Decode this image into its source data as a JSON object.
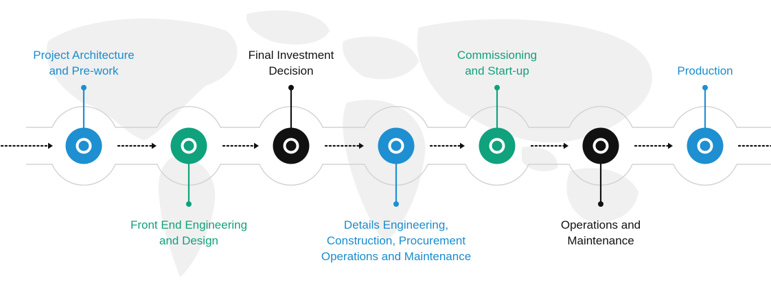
{
  "colors": {
    "blue": "#1e8fd0",
    "green": "#0fa27c",
    "black": "#111111",
    "blue_text": "#1a8ccd",
    "green_text": "#13a07a",
    "black_text": "#111111"
  },
  "stages": [
    {
      "lines": [
        "Project Architecture",
        "and Pre-work"
      ],
      "color": "blue",
      "position": "top"
    },
    {
      "lines": [
        "Front End Engineering",
        "and Design"
      ],
      "color": "green",
      "position": "bottom"
    },
    {
      "lines": [
        "Final Investment",
        "Decision"
      ],
      "color": "black",
      "position": "top"
    },
    {
      "lines": [
        "Details Engineering,",
        "Construction, Procurement",
        "Operations and Maintenance"
      ],
      "color": "blue",
      "position": "bottom"
    },
    {
      "lines": [
        "Commissioning",
        "and Start-up"
      ],
      "color": "green",
      "position": "top"
    },
    {
      "lines": [
        "Operations and",
        "Maintenance"
      ],
      "color": "black",
      "position": "bottom"
    },
    {
      "lines": [
        "Production"
      ],
      "color": "blue",
      "position": "top"
    }
  ]
}
